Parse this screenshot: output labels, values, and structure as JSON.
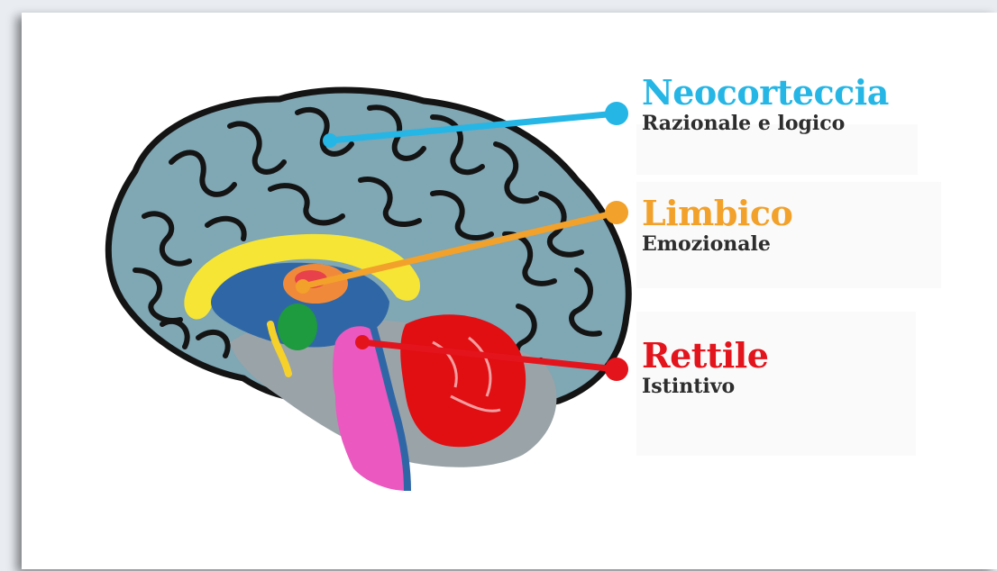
{
  "labels": [
    {
      "title": "Neocorteccia",
      "subtitle": "Razionale e logico",
      "color": "#25b6e6"
    },
    {
      "title": "Limbico",
      "subtitle": "Emozionale",
      "color": "#f2a12a"
    },
    {
      "title": "Rettile",
      "subtitle": "Istintivo",
      "color": "#e3141c"
    }
  ],
  "colors": {
    "cortex": "#7fa7b4",
    "cortex_outline": "#141414",
    "cerebellum": "#e10e12",
    "brainstem": "#ea58c0",
    "limbic_yellow": "#f6e534",
    "limbic_blue": "#2f67a6",
    "amygdala": "#1e9a3f",
    "inner_gray": "#9aa3a8"
  }
}
